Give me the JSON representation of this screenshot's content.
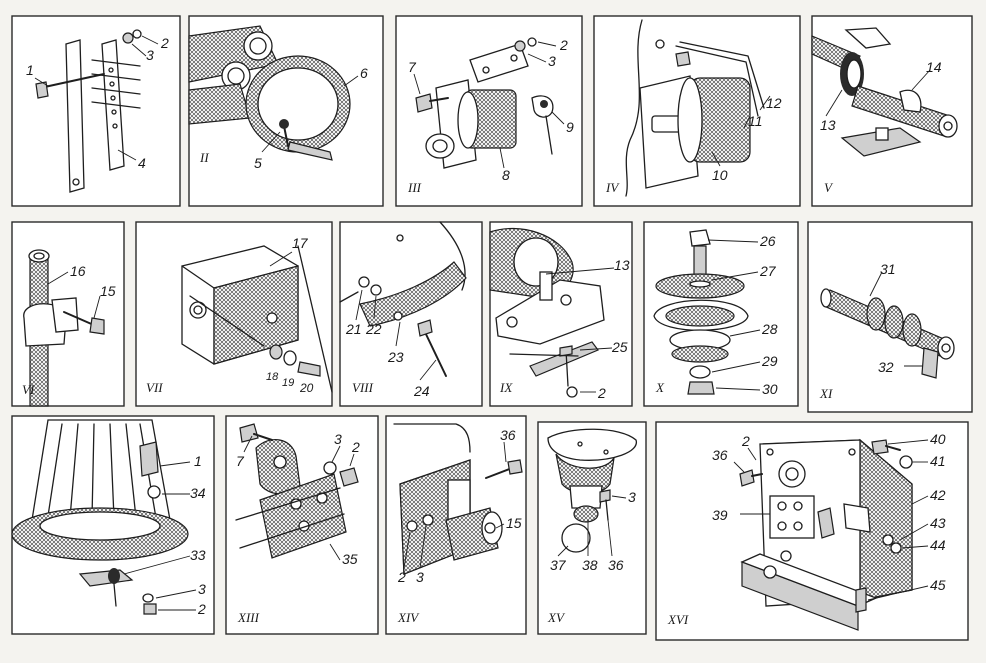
{
  "panels": [
    {
      "id": "I",
      "numeral": "",
      "callouts": [
        "1",
        "2",
        "3",
        "4"
      ]
    },
    {
      "id": "II",
      "numeral": "II",
      "callouts": [
        "5",
        "6"
      ]
    },
    {
      "id": "III",
      "numeral": "III",
      "callouts": [
        "7",
        "2",
        "3",
        "9",
        "8"
      ]
    },
    {
      "id": "IV",
      "numeral": "IV",
      "callouts": [
        "12",
        "11",
        "10"
      ]
    },
    {
      "id": "V",
      "numeral": "V",
      "callouts": [
        "13",
        "14"
      ]
    },
    {
      "id": "VI",
      "numeral": "VI",
      "callouts": [
        "16",
        "15"
      ]
    },
    {
      "id": "VII",
      "numeral": "VII",
      "callouts": [
        "17",
        "18",
        "19",
        "20"
      ]
    },
    {
      "id": "VIII",
      "numeral": "VIII",
      "callouts": [
        "21",
        "22",
        "23",
        "24"
      ]
    },
    {
      "id": "IX",
      "numeral": "IX",
      "callouts": [
        "13",
        "25",
        "2"
      ]
    },
    {
      "id": "X",
      "numeral": "X",
      "callouts": [
        "26",
        "27",
        "28",
        "29",
        "30"
      ]
    },
    {
      "id": "XI",
      "numeral": "XI",
      "callouts": [
        "31",
        "32"
      ]
    },
    {
      "id": "XII",
      "numeral": "",
      "callouts": [
        "1",
        "34",
        "33",
        "3",
        "2"
      ]
    },
    {
      "id": "XIII",
      "numeral": "XIII",
      "callouts": [
        "7",
        "3",
        "2",
        "35"
      ]
    },
    {
      "id": "XIV",
      "numeral": "XIV",
      "callouts": [
        "36",
        "15",
        "2",
        "3"
      ]
    },
    {
      "id": "XV",
      "numeral": "XV",
      "callouts": [
        "3",
        "37",
        "38",
        "36"
      ]
    },
    {
      "id": "XVI",
      "numeral": "XVI",
      "callouts": [
        "2",
        "36",
        "40",
        "41",
        "39",
        "42",
        "43",
        "44",
        "45"
      ]
    }
  ],
  "colors": {
    "ink": "#1e1e1e",
    "paper": "#ffffff",
    "background": "#f4f3ef"
  }
}
